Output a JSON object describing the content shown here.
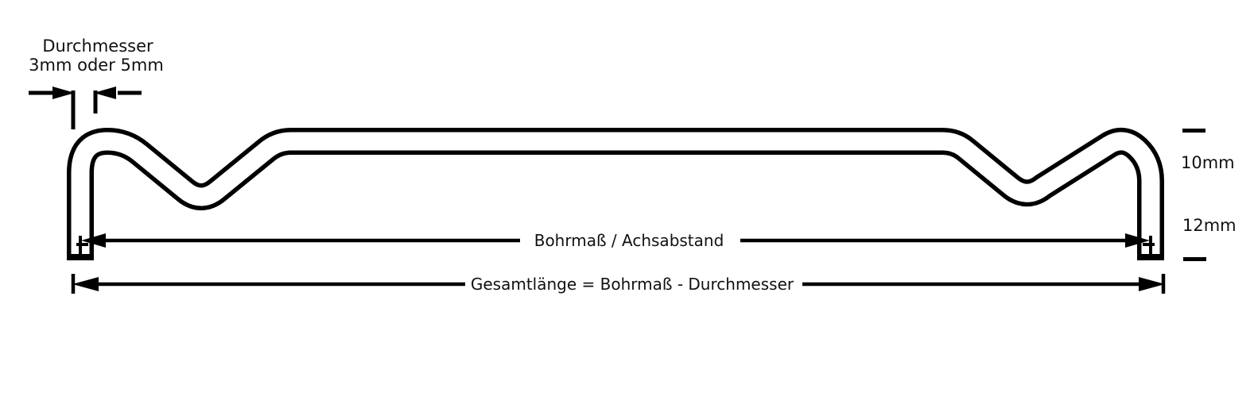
{
  "diagram": {
    "type": "technical-drawing-wire-handle-profile",
    "colors": {
      "line": "#000000",
      "background": "#ffffff",
      "text": "#111111"
    },
    "labels": {
      "diameter_line1": "Durchmesser",
      "diameter_line2": "3mm oder 5mm",
      "bore_distance": "Bohrmaß / Achsabstand",
      "total_length": "Gesamtlänge = Bohrmaß - Durchmesser",
      "dim_upper": "10mm",
      "dim_lower": "12mm"
    }
  }
}
